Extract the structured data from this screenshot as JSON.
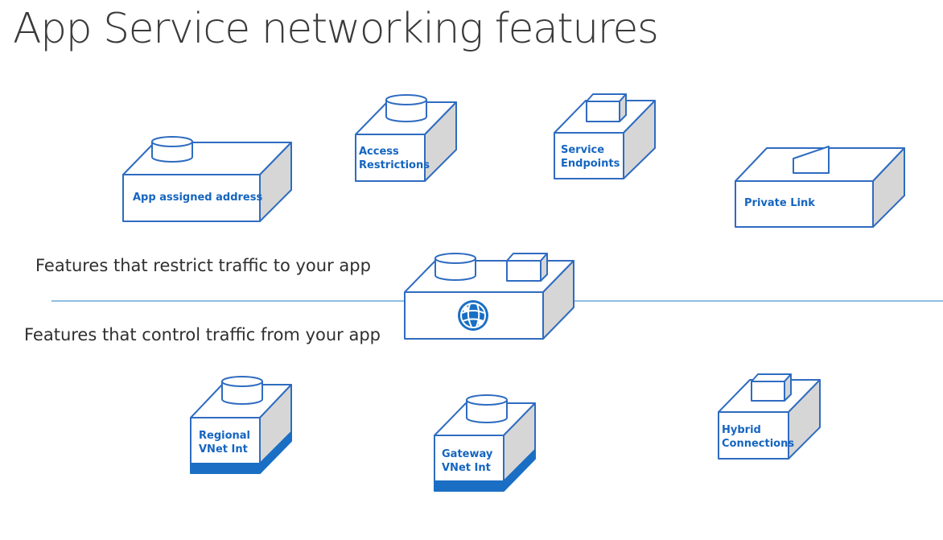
{
  "slide": {
    "title": "App Service networking features"
  },
  "sections": {
    "inbound_label": "Features that restrict traffic to your app",
    "outbound_label": "Features that control traffic from your app"
  },
  "inbound_features": {
    "app_assigned_address": "App assigned address",
    "access_restrictions": [
      "Access",
      "Restrictions"
    ],
    "service_endpoints": [
      "Service",
      "Endpoints"
    ],
    "private_link": "Private Link"
  },
  "outbound_features": {
    "regional_vnet": [
      "Regional",
      "VNet Int"
    ],
    "gateway_vnet": [
      "Gateway",
      "VNet Int"
    ],
    "hybrid_connections": [
      "Hybrid",
      "Connections"
    ]
  },
  "center": {
    "icon": "app-service-globe-icon"
  },
  "colors": {
    "accent": "#1565c0",
    "outline": "#2f6cc0",
    "side_fill": "#d6d6d6",
    "divider": "#6aa9d8",
    "title": "#3a3a3a",
    "base_bar": "#1a6fc4"
  }
}
